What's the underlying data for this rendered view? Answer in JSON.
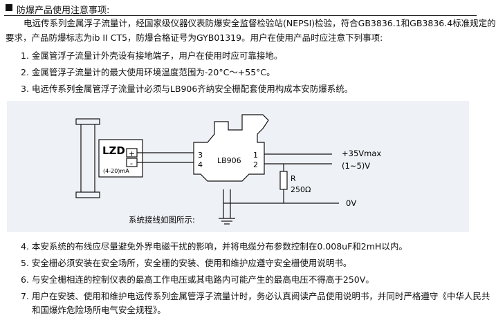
{
  "section": {
    "title": "防爆产品使用注意事项:"
  },
  "intro": {
    "line1": "电远传系列金属浮子流量计，经国家级仪器仪表防爆安全监督检验站(NEPSI)检验，符合GB3836.1和GB3836.4标准规定的",
    "line2": "要求，产品防爆标志为ib II CT5，防爆合格证号为GYB01319。用户在使用产品时应注意下列事项:"
  },
  "items_top": [
    "1. 金属管浮子流量计外壳设有接地端子，用户在使用时应可靠接地。",
    "2. 金属管浮子流量计的最大使用环境温度范围为-20°C～+55°C。",
    "3. 电远传系列金属管浮子流量计必须与LB906齐纳安全栅配套使用构成本安防爆系统。"
  ],
  "diagram": {
    "lzd": "LZD",
    "plus": "+",
    "minus": "-",
    "current": "(4-20)mA",
    "t3": "3",
    "t4": "4",
    "t1": "1",
    "t2": "2",
    "barrier": "LB906",
    "v_supply": "+35Vmax",
    "v_signal": "(1~5)V",
    "r_label": "R",
    "r_value": "250Ω",
    "zero": "0V",
    "caption": "系统接线如图所示:"
  },
  "items_bottom": [
    "4. 本安系统的布线应尽量避免外界电磁干扰的影响，并将电缆分布参数控制在0.008uF和2mH以内。",
    "5. 安全栅必须安装在安全场所，安全栅的安装、使用和维护应遵守安全栅使用说明书。",
    "6. 与安全栅相连的控制仪表的最高工作电压或其电路内可能产生的最高电压不得高于250V。",
    "7. 用户在安装、使用和维护电远传系列金属管浮子流量计时，务必认真阅读产品使用说明书，并同时严格遵守《中华人民共",
    "和国爆炸危险场所电气安全规程》。"
  ]
}
